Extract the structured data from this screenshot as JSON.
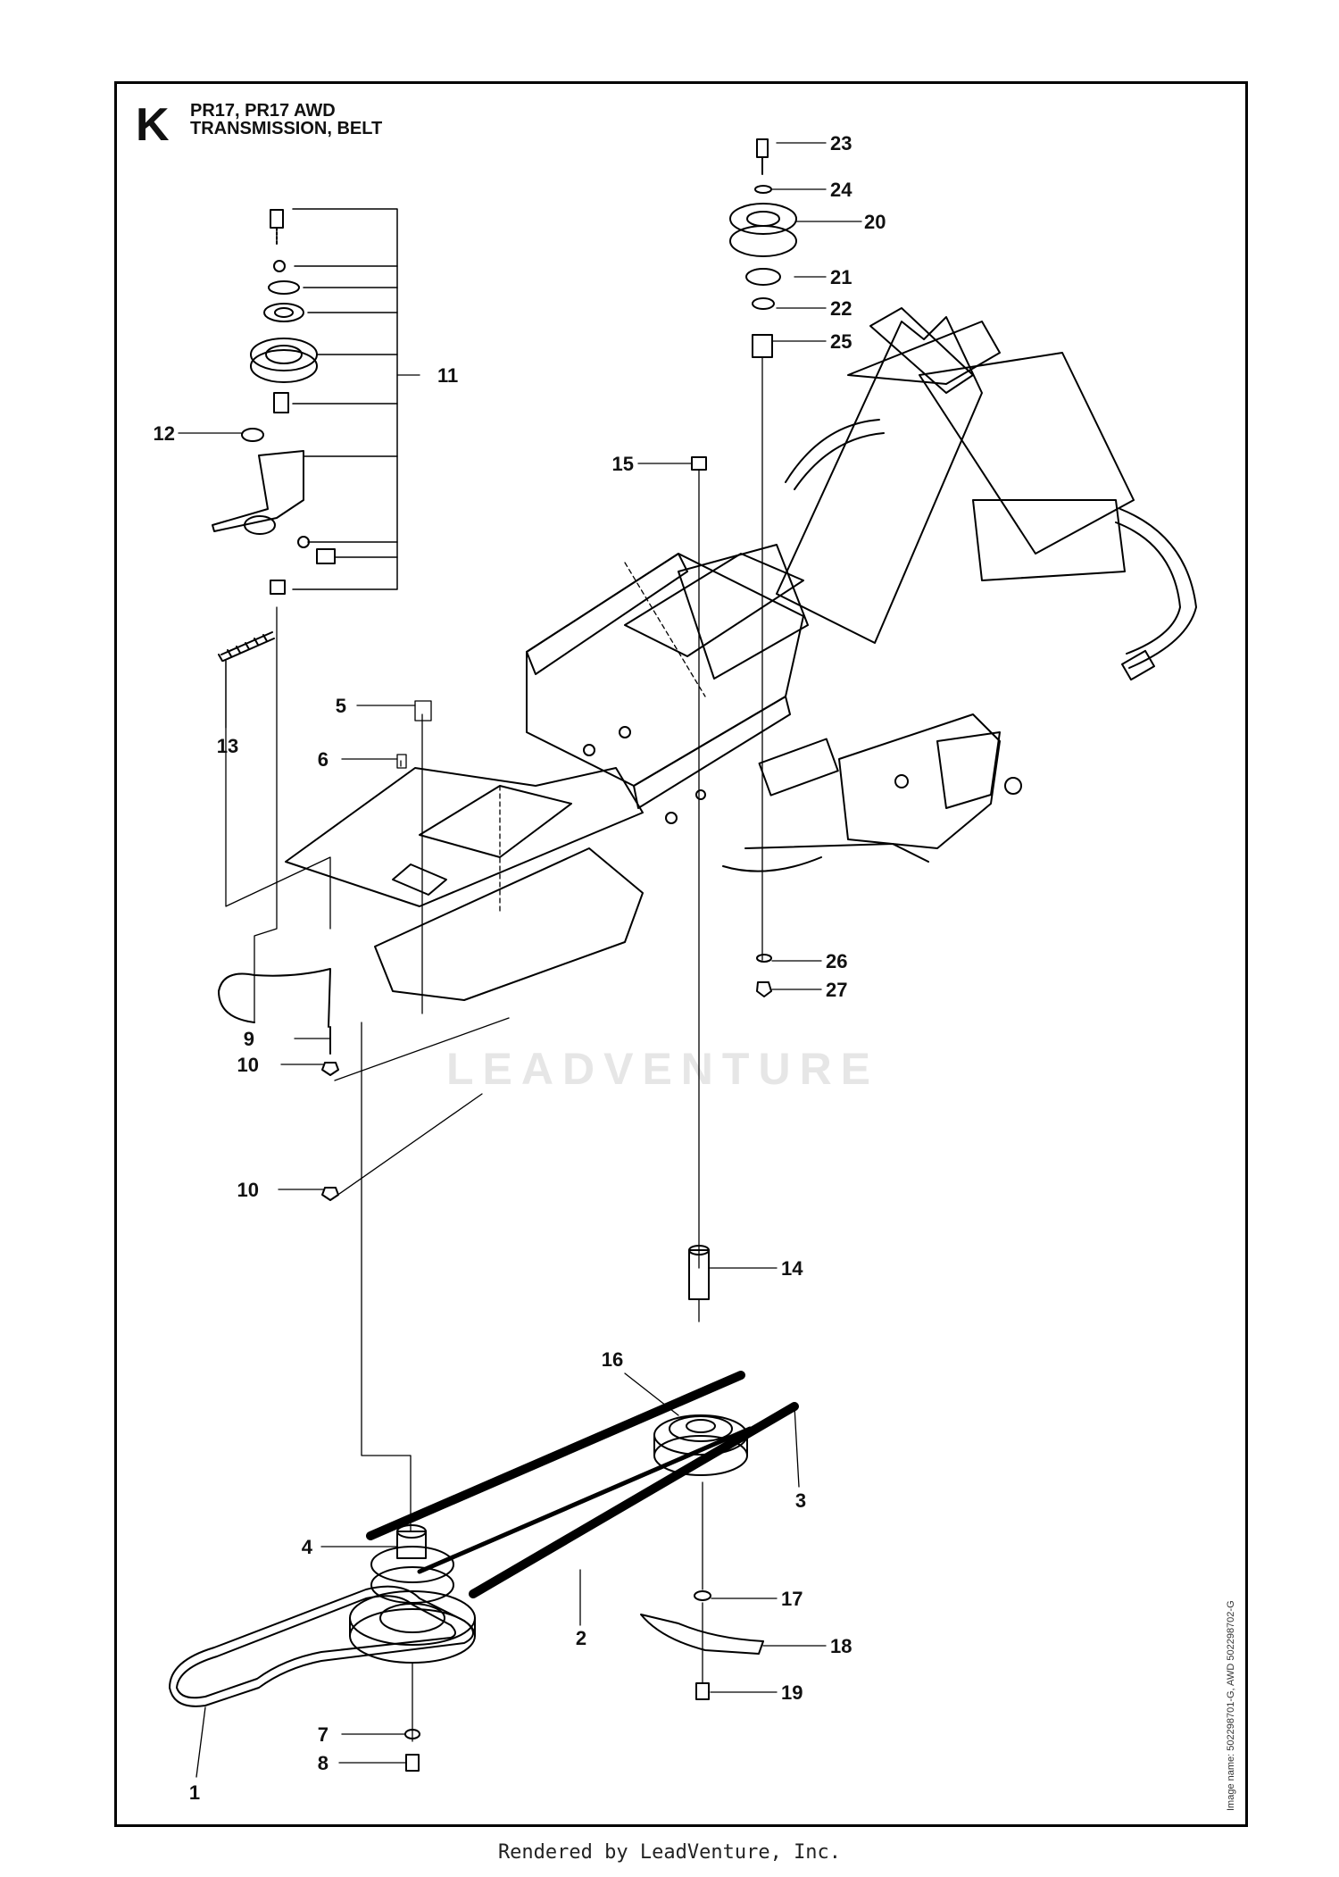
{
  "header": {
    "section_letter": "K",
    "title_line1": "PR17, PR17 AWD",
    "title_line2": "TRANSMISSION, BELT"
  },
  "callouts": [
    "1",
    "2",
    "3",
    "4",
    "5",
    "6",
    "7",
    "8",
    "9",
    "10",
    "10",
    "11",
    "12",
    "13",
    "14",
    "15",
    "16",
    "17",
    "18",
    "19",
    "20",
    "21",
    "22",
    "23",
    "24",
    "25",
    "26",
    "27"
  ],
  "watermark": "LEADVENTURE",
  "image_name": "Image name: 502298701-G, AWD 502298702-G",
  "footer": "Rendered by LeadVenture, Inc."
}
